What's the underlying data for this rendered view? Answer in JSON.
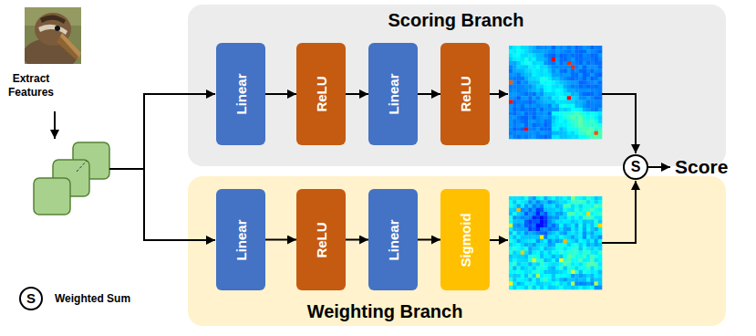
{
  "diagram": {
    "nodes": [
      {
        "text": [
          "Scoring Branch"
        ]
      },
      {
        "text": [
          "Linear"
        ],
        "in": 0
      },
      {
        "text": [
          "ReLU"
        ],
        "in": 0
      },
      {
        "text": [
          "Linear"
        ],
        "in": 0
      },
      {
        "text": [
          "ReLU"
        ],
        "in": 0
      },
      {
        "text": [
          "Weighting Branch"
        ]
      },
      {
        "text": [
          "Linear"
        ],
        "in": 5
      },
      {
        "text": [
          "ReLU"
        ],
        "in": 5
      },
      {
        "text": [
          "Linear"
        ],
        "in": 5
      },
      {
        "text": [
          "Sigmoid"
        ],
        "in": 5
      },
      {
        "text": [
          "S"
        ]
      }
    ],
    "edges": [
      {
        "from": 1,
        "to": 2,
        "arrow": "to"
      },
      {
        "from": 2,
        "to": 3,
        "arrow": "to"
      },
      {
        "from": 3,
        "to": 4,
        "arrow": "to"
      },
      {
        "from": 6,
        "to": 7,
        "arrow": "to"
      },
      {
        "from": 7,
        "to": 8,
        "arrow": "to"
      },
      {
        "from": 8,
        "to": 9,
        "arrow": "to"
      }
    ],
    "labels": [
      "Extract Features",
      "Score",
      "S"
    ],
    "legend": [
      {
        "text": "Weighted Sum"
      }
    ]
  }
}
